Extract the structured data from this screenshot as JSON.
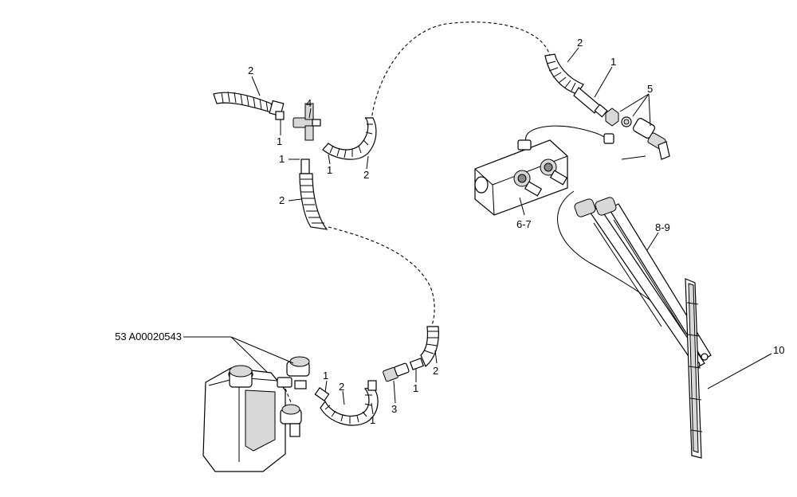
{
  "diagram": {
    "labels": {
      "reservoir_code": "53 A00020543",
      "hose_1a": "1",
      "hose_1b": "1",
      "hose_1c": "1",
      "hose_1d": "1",
      "hose_1e": "1",
      "hose_1f": "1",
      "hose_1g": "1",
      "hose_2a": "2",
      "hose_2b": "2",
      "hose_2c": "2",
      "hose_2d": "2",
      "hose_2e": "2",
      "hose_2f": "2",
      "connector_3": "3",
      "tee_4": "4",
      "nozzle_5": "5",
      "valve_6_7": "6-7",
      "wiper_arm_8_9": "8-9",
      "wiper_blade_10": "10"
    }
  }
}
